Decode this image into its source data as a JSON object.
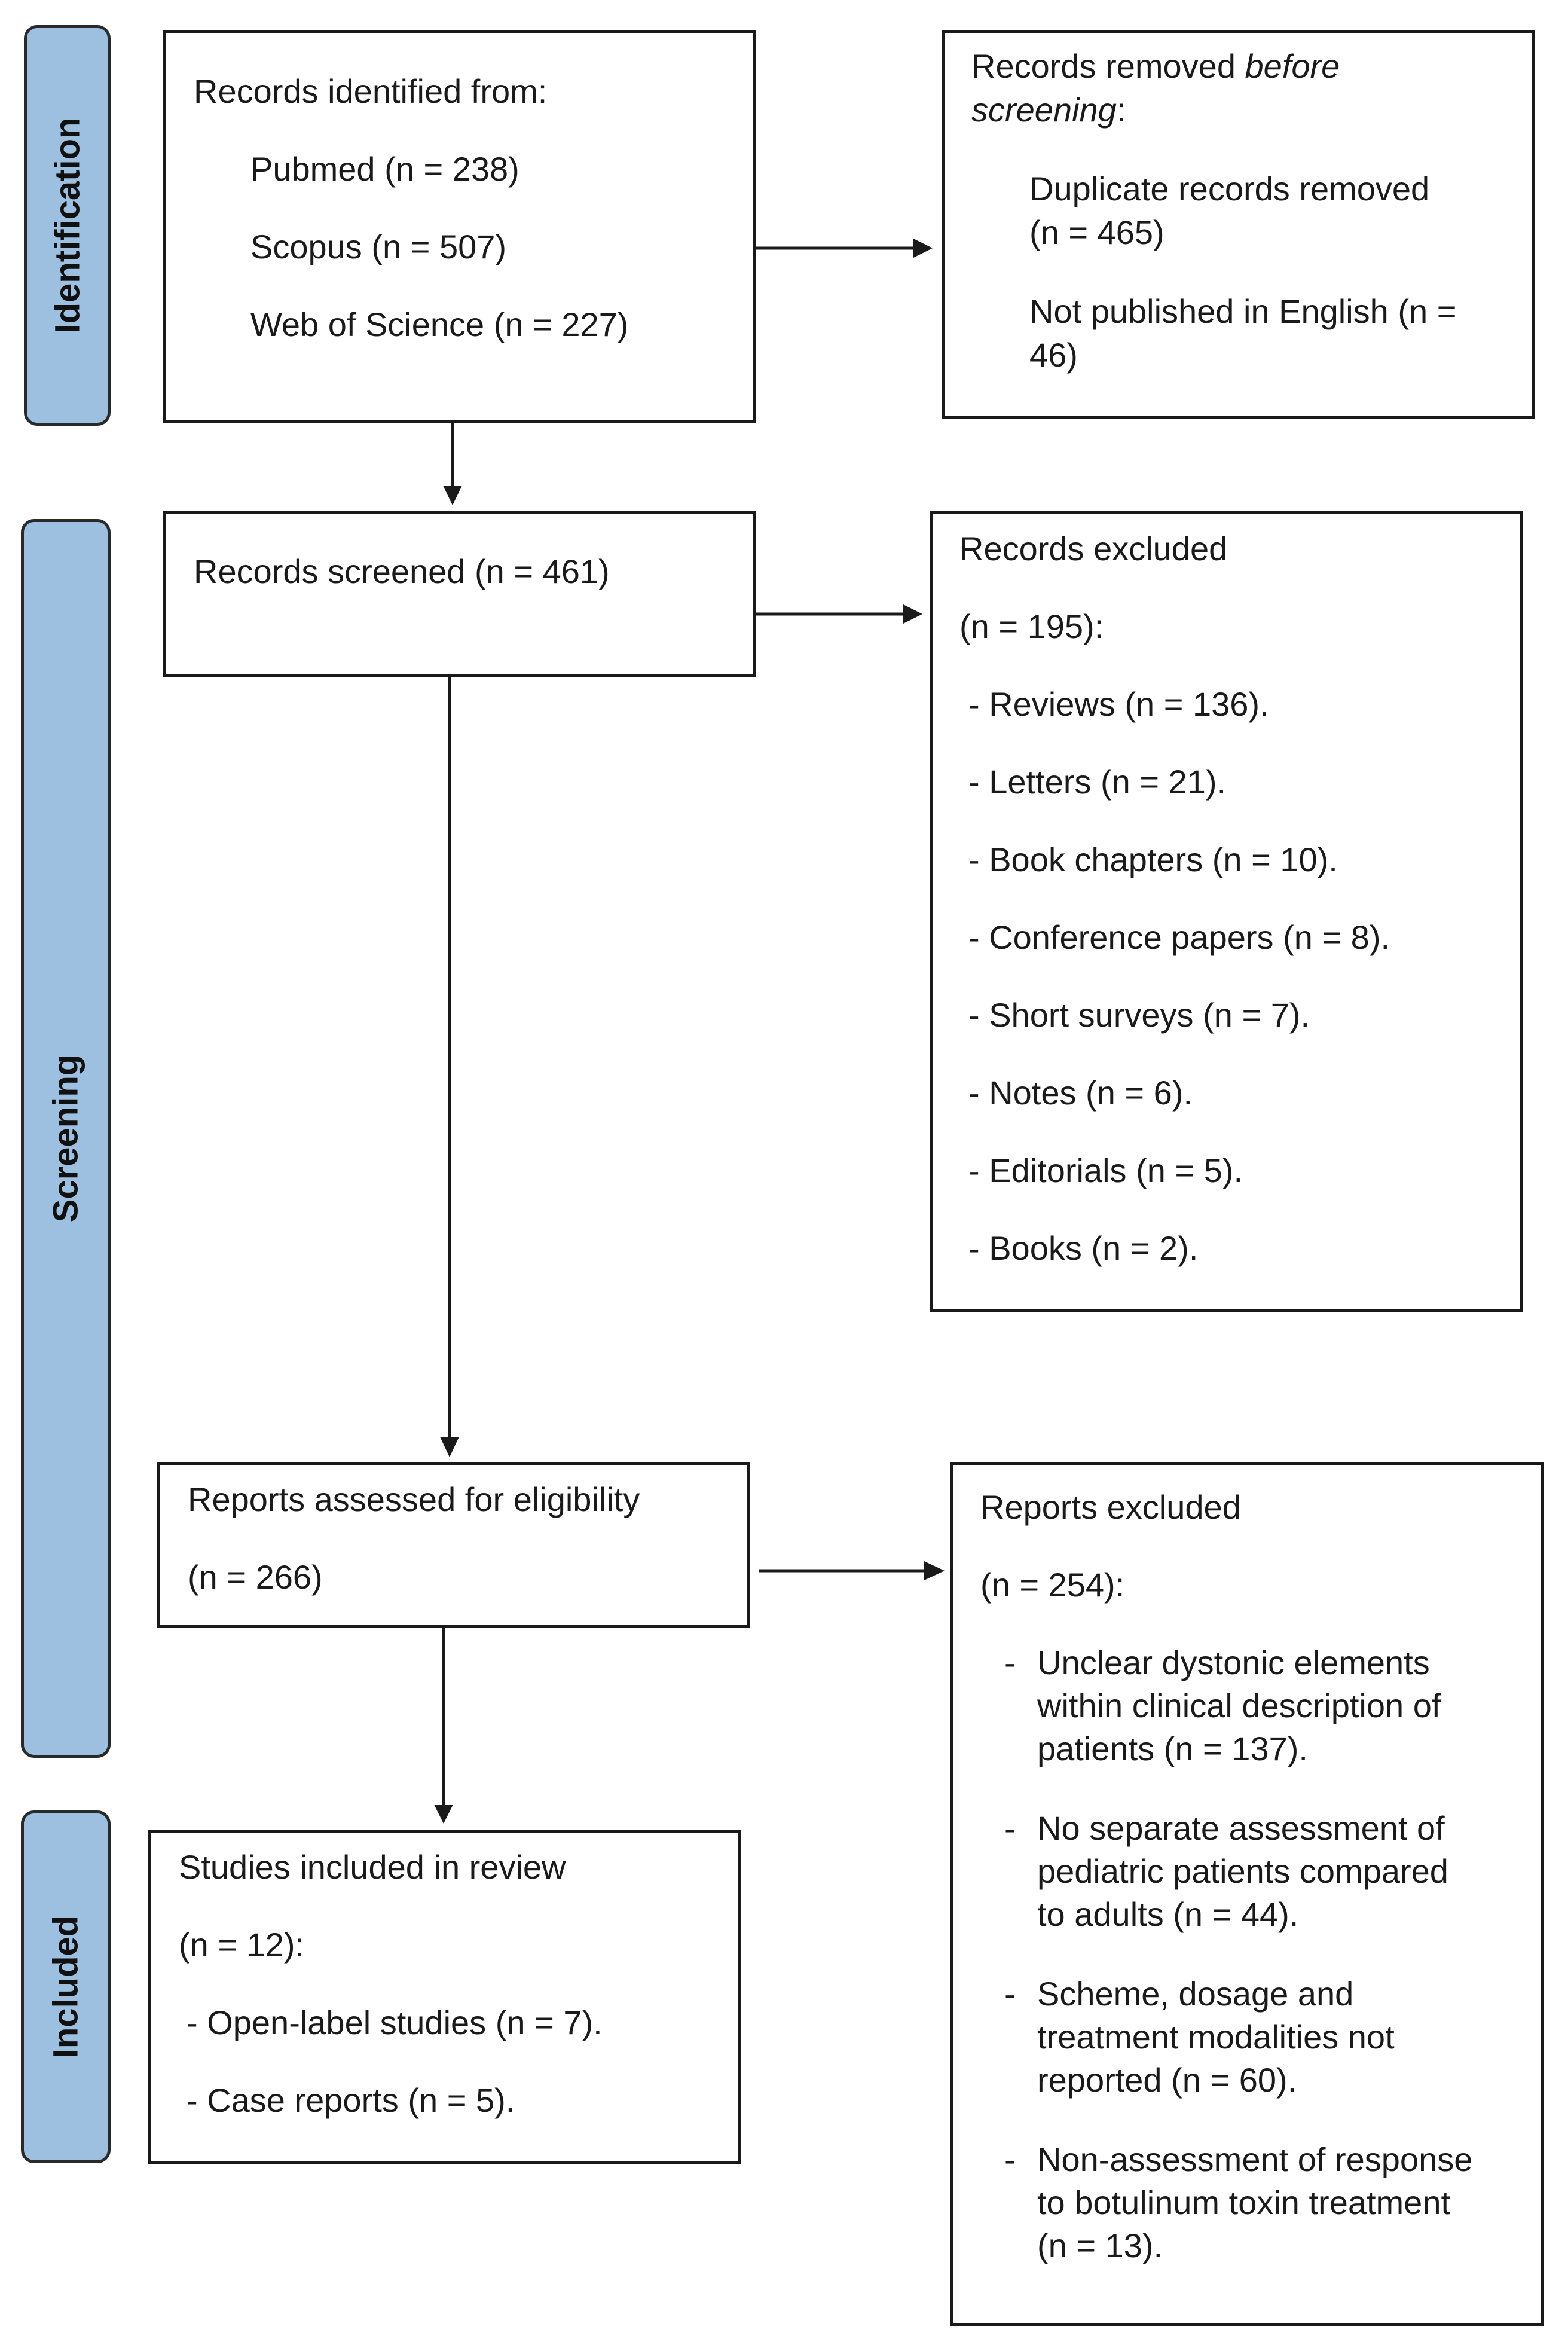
{
  "phases": {
    "identification": "Identification",
    "screening": "Screening",
    "included": "Included"
  },
  "identified": {
    "heading": "Records identified from:",
    "pubmed": "Pubmed (n = 238)",
    "scopus": "Scopus (n = 507)",
    "wos": "Web of Science (n = 227)"
  },
  "removed": {
    "heading_start": "Records removed ",
    "heading_emph1": "before",
    "heading_emph2": "screening",
    "heading_end": ":",
    "dup_line1": "Duplicate records removed",
    "dup_line2": "(n = 465)",
    "eng_line1": "Not published in English (n =",
    "eng_line2": "46)"
  },
  "screened": {
    "text": "Records screened  (n = 461)"
  },
  "excluded_records": {
    "heading": "Records excluded",
    "count": "(n = 195):",
    "items": [
      "- Reviews (n = 136).",
      "- Letters (n = 21).",
      "- Book chapters (n = 10).",
      "- Conference papers (n = 8).",
      "- Short surveys (n = 7).",
      "- Notes (n = 6).",
      "- Editorials (n = 5).",
      "- Books (n = 2)."
    ]
  },
  "assessed": {
    "heading": "Reports assessed for eligibility",
    "count": "(n = 266)"
  },
  "excluded_reports": {
    "heading": "Reports excluded",
    "count": "(n = 254):",
    "dash": "-",
    "r1": [
      "Unclear dystonic elements",
      "within clinical description of",
      "patients (n = 137)."
    ],
    "r2": [
      "No separate assessment of",
      "pediatric patients compared",
      "to adults (n = 44)."
    ],
    "r3": [
      "Scheme, dosage and",
      "treatment modalities not",
      "reported (n = 60)."
    ],
    "r4": [
      "Non-assessment of response",
      "to botulinum toxin treatment",
      "(n = 13)."
    ]
  },
  "included": {
    "heading": "Studies included in review",
    "count": "(n = 12):",
    "open_label": "- Open-label studies (n = 7).",
    "case_reports": "- Case reports (n = 5)."
  },
  "colors": {
    "phase_fill": "#9dbfe0",
    "line": "#1a1a1a"
  }
}
